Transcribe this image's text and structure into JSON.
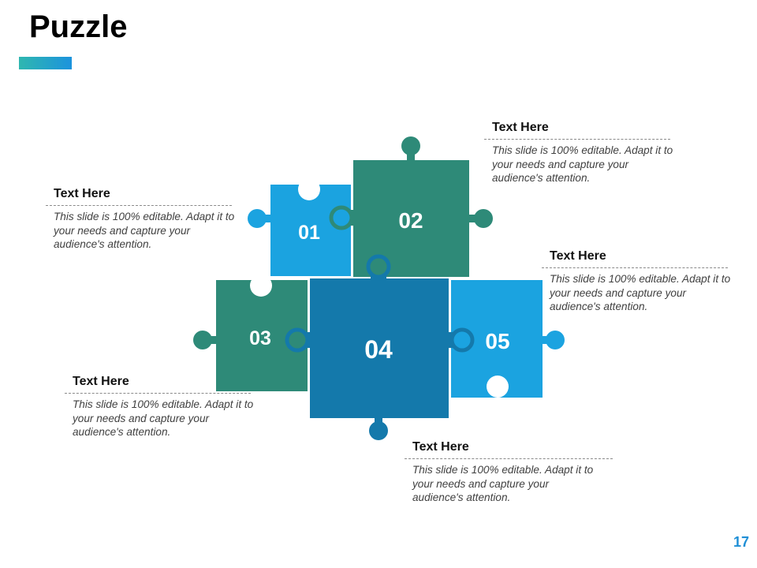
{
  "title": "Puzzle",
  "page_number": "17",
  "colors": {
    "accent_start": "#2fb7b0",
    "accent_end": "#1c93dd",
    "light_blue": "#1ba3e0",
    "teal": "#2e8a78",
    "dark_blue": "#1479ab"
  },
  "pieces": [
    {
      "number": "01"
    },
    {
      "number": "02"
    },
    {
      "number": "03"
    },
    {
      "number": "04"
    },
    {
      "number": "05"
    }
  ],
  "callouts": [
    {
      "heading": "Text Here",
      "body": "This slide is 100% editable. Adapt it to your needs and capture your audience's attention."
    },
    {
      "heading": "Text Here",
      "body": "This slide is 100% editable. Adapt it to your needs and capture your audience's attention."
    },
    {
      "heading": "Text Here",
      "body": "This slide is 100% editable. Adapt it to your needs and capture your audience's attention."
    },
    {
      "heading": "Text Here",
      "body": "This slide is 100% editable. Adapt it to your needs and capture your audience's attention."
    },
    {
      "heading": "Text Here",
      "body": "This slide is 100% editable. Adapt it to your needs and capture your audience's attention."
    }
  ]
}
